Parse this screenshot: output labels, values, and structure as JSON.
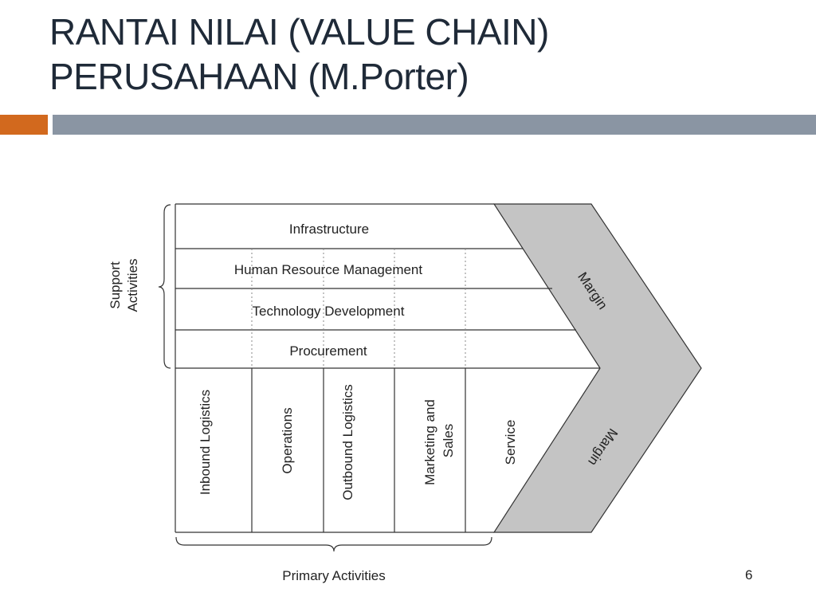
{
  "slide": {
    "title_line1": "RANTAI NILAI (VALUE CHAIN)",
    "title_line2": "PERUSAHAAN (M.Porter)",
    "page_number": "6"
  },
  "diagram": {
    "support_label_1": "Support",
    "support_label_2": "Activities",
    "support_rows": [
      "Infrastructure",
      "Human Resource Management",
      "Technology Development",
      "Procurement"
    ],
    "primary_columns": {
      "inbound": "Inbound Logistics",
      "operations": "Operations",
      "outbound": "Outbound Logistics",
      "marketing_1": "Marketing and",
      "marketing_2": "Sales",
      "service": "Service"
    },
    "margin_top": "Margin",
    "margin_bottom": "Margin",
    "primary_label": "Primary Activities",
    "colors": {
      "margin_fill": "#c4c4c4",
      "line": "#333333"
    }
  }
}
